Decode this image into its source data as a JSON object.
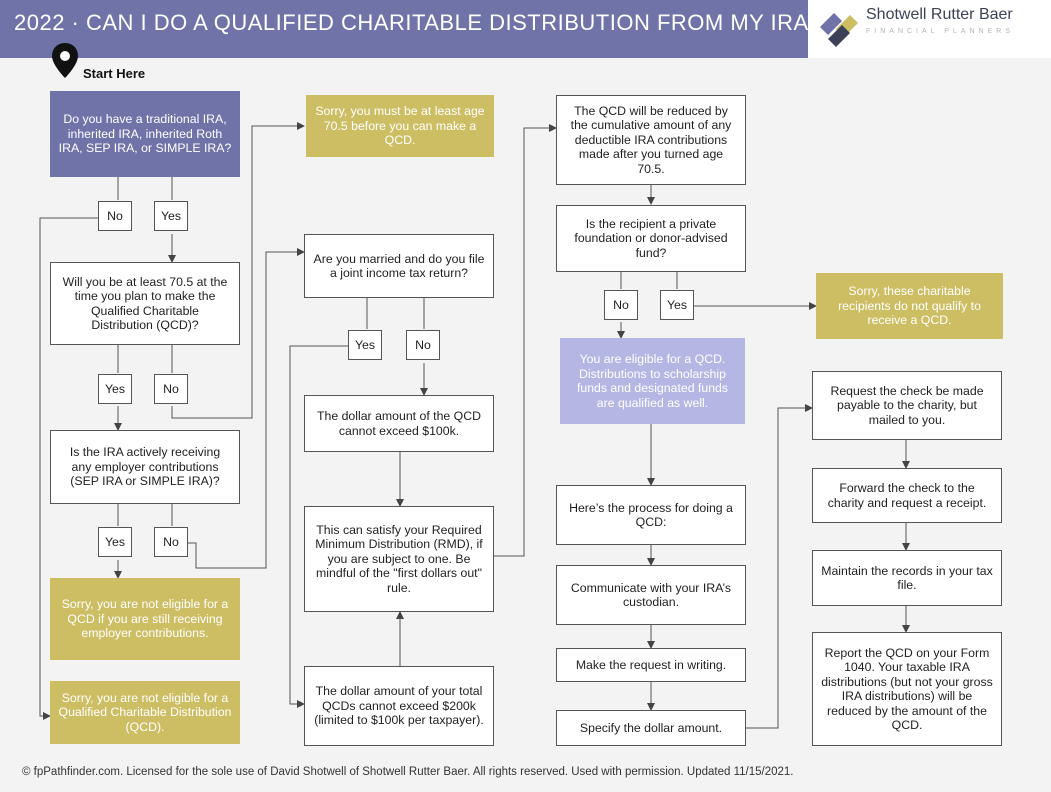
{
  "header": {
    "title": "2022 · CAN I DO A QUALIFIED CHARITABLE DISTRIBUTION FROM MY IRA?",
    "logo_name": "Shotwell Rutter Baer",
    "logo_sub": "FINANCIAL PLANNERS"
  },
  "start_label": "Start Here",
  "nodes": {
    "q_ira": "Do you have a traditional IRA, inherited IRA, inherited Roth IRA, SEP IRA, or SIMPLE IRA?",
    "q_age": "Will you be at least 70.5 at the time you plan to make the Qualified Charitable Distribution (QCD)?",
    "q_employer": "Is the IRA actively receiving any employer contributions (SEP IRA or SIMPLE IRA)?",
    "r_not_eligible_employer": "Sorry, you are not eligible for a QCD if you are still receiving employer contributions.",
    "r_not_eligible": "Sorry, you are not eligible for a Qualified Charitable Distribution (QCD).",
    "r_age": "Sorry, you must be at least age 70.5 before you can make a QCD.",
    "q_married": "Are you married and do you file a joint income tax return?",
    "n_100k": "The dollar amount of the QCD cannot exceed $100k.",
    "n_rmd": "This can satisfy your Required Minimum Distribution (RMD), if you are subject to one. Be mindful of the \"first dollars out\" rule.",
    "n_200k": "The dollar amount of your total QCDs cannot exceed $200k (limited to $100k per taxpayer).",
    "n_reduced": "The QCD will be reduced by the cumulative amount of any deductible IRA contributions made after you turned age 70.5.",
    "q_private": "Is the recipient a private foundation or donor-advised fund?",
    "r_private": "Sorry, these charitable recipients do not qualify to receive a QCD.",
    "r_eligible": "You are eligible for a QCD. Distributions to scholarship funds and designated funds are qualified as well.",
    "p_process": "Here’s the process for doing a QCD:",
    "p_communicate": "Communicate with your IRA’s custodian.",
    "p_request": "Make the request in writing.",
    "p_specify": "Specify the dollar amount.",
    "p_check": "Request the check be made payable to the charity, but mailed to you.",
    "p_forward": "Forward the check to the charity and request a receipt.",
    "p_maintain": "Maintain the records in your tax file.",
    "p_report": "Report the QCD on your Form 1040. Your taxable IRA distributions (but not your gross IRA distributions) will be reduced by the amount of the QCD."
  },
  "answers": {
    "yes": "Yes",
    "no": "No"
  },
  "footer": "© fpPathfinder.com. Licensed for the sole use of David Shotwell of Shotwell Rutter Baer. All rights reserved. Used with permission. Updated 11/15/2021.",
  "colors": {
    "header": "#6f73a8",
    "start_box": "#6f73a8",
    "stop_box": "#cdbe64",
    "eligible_box": "#b4b6e3"
  }
}
